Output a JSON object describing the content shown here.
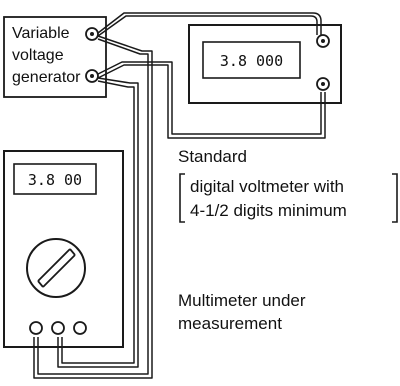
{
  "generator": {
    "label_lines": [
      "Variable",
      "voltage",
      "generator"
    ]
  },
  "standard_meter": {
    "display": "3.8 000"
  },
  "caption_standard": {
    "title": "Standard",
    "lines": [
      "digital voltmeter with",
      "4-1/2 digits minimum"
    ]
  },
  "multimeter": {
    "display": "3.8 00"
  },
  "caption_multimeter": {
    "lines": [
      "Multimeter under",
      "measurement"
    ]
  },
  "colors": {
    "line": "#1a1a1a",
    "background": "#ffffff"
  }
}
